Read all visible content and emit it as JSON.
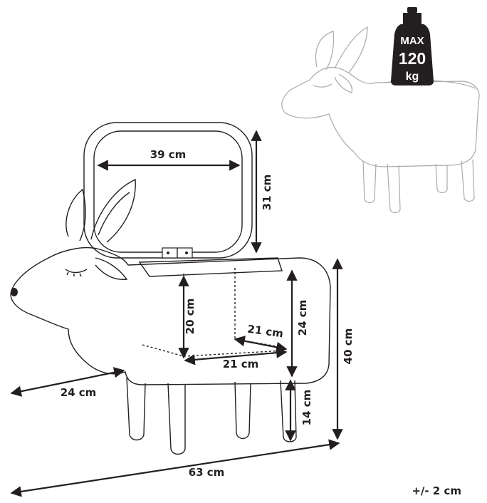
{
  "weight_badge": {
    "line1": "MAX",
    "line2": "120",
    "line3": "kg"
  },
  "dimensions": {
    "lid_width": "39 cm",
    "lid_height": "31 cm",
    "compartment_height": "20 cm",
    "compartment_depth": "21 cm",
    "compartment_width": "21 cm",
    "body_height": "24 cm",
    "total_height": "40 cm",
    "depth": "24 cm",
    "leg_height": "14 cm",
    "total_length": "63 cm"
  },
  "tolerance": "+/- 2 cm",
  "colors": {
    "line": "#231f20",
    "ghost": "#aaaaaa",
    "badge": "#231f20"
  }
}
